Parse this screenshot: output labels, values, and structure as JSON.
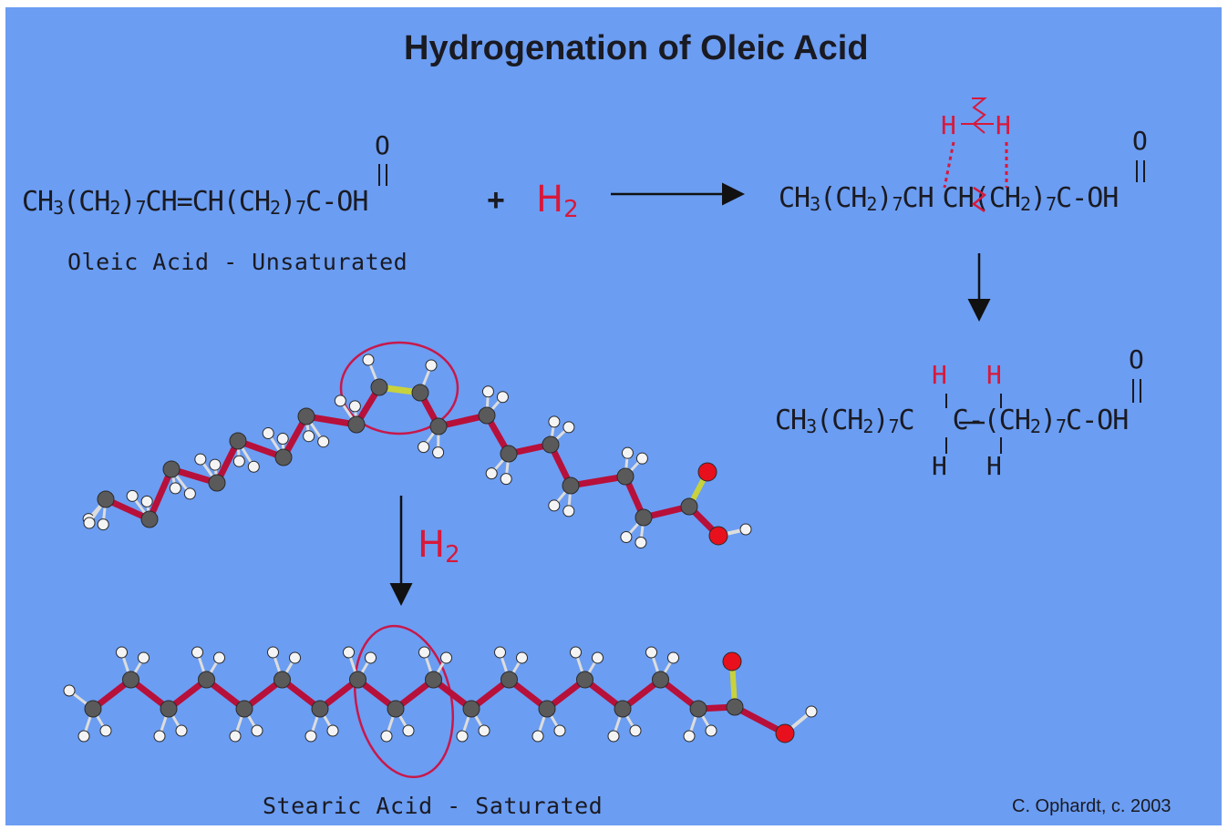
{
  "title": "Hydrogenation of Oleic Acid",
  "reactant": {
    "formula_parts": [
      "CH",
      "3",
      "(CH",
      "2",
      ")",
      "7",
      "CH=CH(CH",
      "2",
      ")",
      "7",
      "C-OH"
    ],
    "carbonyl_oxygen": "O",
    "label": "Oleic Acid - Unsaturated"
  },
  "plus_sign": "+",
  "reagent": {
    "symbol": "H",
    "subscript": "2"
  },
  "intermediate": {
    "formula_left_parts": [
      "CH",
      "3",
      "(CH",
      "2",
      ")",
      "7",
      "CH"
    ],
    "formula_right_parts": [
      "CH(CH",
      "2",
      ")",
      "7",
      "C-OH"
    ],
    "hydrogen_left": "H",
    "hydrogen_right": "H",
    "carbonyl_oxygen": "O"
  },
  "product": {
    "formula_left_parts": [
      "CH",
      "3",
      "(CH",
      "2",
      ")",
      "7",
      "C"
    ],
    "middle": "C",
    "formula_right_parts": [
      "-(CH",
      "2",
      ")",
      "7",
      "C-OH"
    ],
    "hydrogens": [
      "H",
      "H",
      "H",
      "H"
    ],
    "carbonyl_oxygen": "O"
  },
  "model_step_reagent": {
    "symbol": "H",
    "subscript": "2"
  },
  "stearic_label": "Stearic Acid - Saturated",
  "credit": "C. Ophardt, c. 2003",
  "colors": {
    "background": "#6b9df2",
    "text": "#1a1a22",
    "accent_red": "#d8183a",
    "bond_red": "#b7103a",
    "carbon_atom": "#5a5a5a",
    "hydrogen_atom": "#f4f4f4",
    "oxygen_atom": "#e8101c",
    "double_bond": "#c8d23c"
  }
}
